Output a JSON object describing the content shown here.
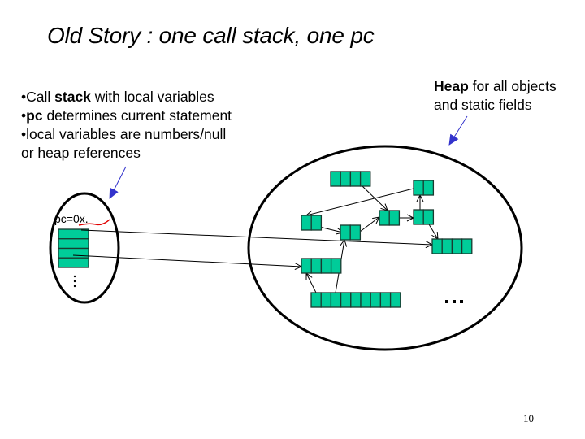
{
  "slide": {
    "title": "Old Story : one call stack, one pc",
    "page_number": "10"
  },
  "left_notes": {
    "bullets": [
      {
        "bullet": "•",
        "bold": "",
        "prefix": "Call ",
        "bold_word": "stack",
        "rest": " with local variables"
      },
      {
        "bullet": "•",
        "prefix": "",
        "bold_word": "pc",
        "rest": " determines current statement"
      },
      {
        "bullet": "•",
        "prefix": "local variables are numbers/null",
        "bold_word": "",
        "rest": ""
      }
    ],
    "continuation": "or heap references"
  },
  "heap_note": {
    "bold_word": "Heap",
    "line1_rest": " for all objects",
    "line2": "and static fields"
  },
  "call_stack": {
    "pc_label": "pc=0x.",
    "frame_count": 4,
    "more_indicator": "⋮"
  },
  "heap": {
    "more_indicator": "...",
    "objects": [
      {
        "id": "A",
        "cells": 4
      },
      {
        "id": "B",
        "cells": 2
      },
      {
        "id": "C",
        "cells": 2
      },
      {
        "id": "D",
        "cells": 2
      },
      {
        "id": "E",
        "cells": 2
      },
      {
        "id": "F",
        "cells": 2
      },
      {
        "id": "G",
        "cells": 4
      },
      {
        "id": "H",
        "cells": 4
      },
      {
        "id": "I",
        "cells": 9
      }
    ],
    "references": [
      {
        "from": "A",
        "to": "E"
      },
      {
        "from": "B",
        "to": "C"
      },
      {
        "from": "C",
        "to": "D"
      },
      {
        "from": "D",
        "to": "E"
      },
      {
        "from": "E",
        "to": "F"
      },
      {
        "from": "F",
        "to": "B"
      },
      {
        "from": "F",
        "to": "G"
      },
      {
        "from": "I",
        "to": "H"
      },
      {
        "from": "I",
        "to": "D"
      },
      {
        "from": "stack-frame-1",
        "to": "G"
      },
      {
        "from": "stack-frame-3",
        "to": "H"
      }
    ]
  },
  "colors": {
    "object_fill": "#00cc99",
    "object_stroke": "#1a3a30",
    "annotation_arrow": "#3333cc",
    "pc_underline": "#e00000",
    "outline": "#000000"
  }
}
